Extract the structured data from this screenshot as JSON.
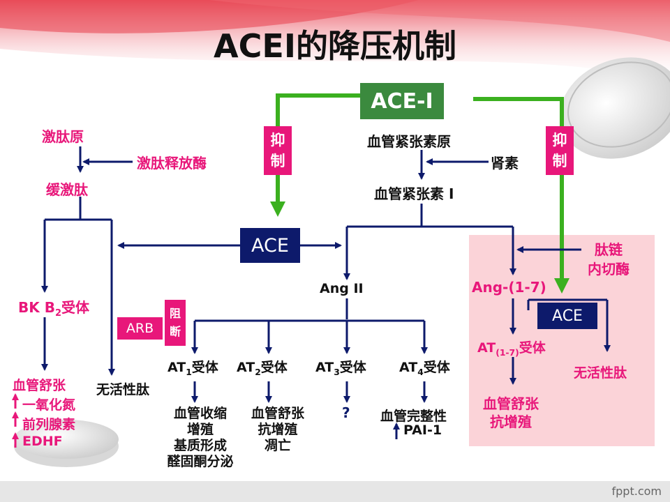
{
  "title": "ACEI的降压机制",
  "ace_i": "ACE-I",
  "inhibit_left": [
    "抑",
    "制"
  ],
  "inhibit_right": [
    "抑",
    "制"
  ],
  "kininogen": "激肽原",
  "kallikrein": "激肽释放酶",
  "bradykinin": "缓激肽",
  "angiotensinogen": "血管紧张素原",
  "renin": "肾素",
  "angiotensin_i": "血管紧张素 I",
  "ace": "ACE",
  "ace_small": "ACE",
  "bk_receptor": {
    "prefix": "BK B",
    "sub": "2",
    "suffix": "受体"
  },
  "ang_ii": "Ang II",
  "endopeptidase": [
    "肽链",
    "内切酶"
  ],
  "ang_1_7": "Ang-(1-7)",
  "arb": "ARB",
  "block": [
    "阻",
    "断"
  ],
  "at_receptors": [
    {
      "prefix": "AT",
      "sub": "1",
      "suffix": "受体"
    },
    {
      "prefix": "AT",
      "sub": "2",
      "suffix": "受体"
    },
    {
      "prefix": "AT",
      "sub": "3",
      "suffix": "受体"
    },
    {
      "prefix": "AT",
      "sub": "4",
      "suffix": "受体"
    }
  ],
  "at_1_7_receptor": {
    "prefix": "AT",
    "sub": "(1-7)",
    "suffix": "受体"
  },
  "inactive_peptide_left": "无活性肽",
  "inactive_peptide_right": "无活性肽",
  "vasodilation_left": {
    "heading": "血管舒张",
    "items": [
      "一氧化氮",
      "前列腺素",
      "EDHF"
    ]
  },
  "effects_at1": [
    "血管收缩",
    "增殖",
    "基质形成",
    "醛固酮分泌"
  ],
  "effects_at2": [
    "血管舒张",
    "抗增殖",
    "凋亡"
  ],
  "effects_at3": "?",
  "effects_at4": {
    "line1": "血管完整性",
    "line2": "PAI-1"
  },
  "effects_at_1_7": [
    "血管舒张",
    "抗增殖"
  ],
  "footer": "fppt.com",
  "colors": {
    "green": "#3b8a3e",
    "navy": "#0d1a6b",
    "pink": "#e8177a",
    "panel": "#fbd3d8"
  }
}
